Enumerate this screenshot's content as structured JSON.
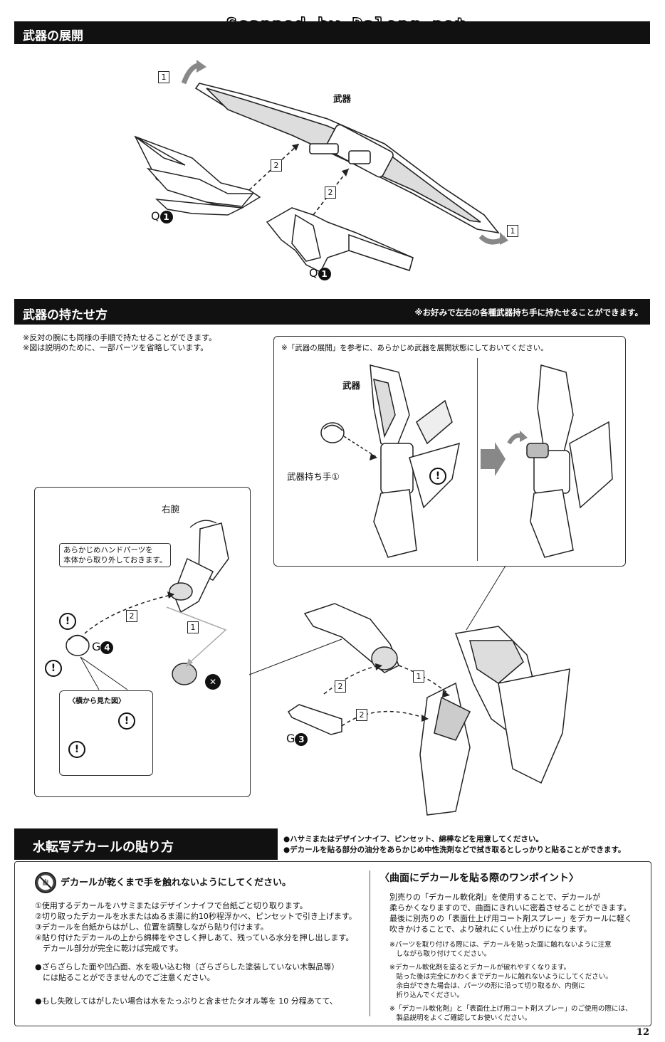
{
  "watermark": "Scanned by Dalong.net",
  "page_number": "12",
  "section1": {
    "title": "武器の展開",
    "weapon_label": "武器",
    "parts": [
      {
        "id": "Q",
        "num": "1"
      },
      {
        "id": "Q",
        "num": "1"
      }
    ],
    "steps": [
      "1",
      "2",
      "2",
      "1"
    ]
  },
  "section2": {
    "title": "武器の持たせ方",
    "header_note": "※お好みで左右の各種武器持ち手に持たせることができます。",
    "notes": [
      "※反対の腕にも同様の手順で持たせることができます。",
      "※図は説明のために、一部パーツを省略しています。"
    ],
    "inset_note": "※「武器の展開」を参考に、あらかじめ武器を展開状態にしておいてください。",
    "inset_weapon_label": "武器",
    "inset_hand_label": "武器持ち手①",
    "right_arm_label": "右腕",
    "callout": [
      "あらかじめハンドパーツを",
      "本体から取り外しておきます。"
    ],
    "side_view_title": "〈横から見た図〉",
    "part_g4": {
      "id": "G",
      "num": "4"
    },
    "part_g3": {
      "id": "G",
      "num": "3"
    },
    "warn_glyph": "!",
    "cross_glyph": "✕",
    "steps_left": [
      "2",
      "1"
    ],
    "steps_right": [
      "2",
      "1",
      "2"
    ]
  },
  "section3": {
    "title": "水転写デカールの貼り方",
    "header_bullets": [
      "●ハサミまたはデザインナイフ、ピンセット、綿棒などを用意してください。",
      "●デカールを貼る部分の油分をあらかじめ中性洗剤などで拭き取るとしっかりと貼ることができます。"
    ],
    "warning": "デカールが乾くまで手を触れないようにしてください。",
    "steps": [
      "①使用するデカールをハサミまたはデザインナイフで台紙ごと切り取ります。",
      "②切り取ったデカールを水またはぬるま湯に約10秒程浮かべ、ピンセットで引き上げます。",
      "③デカールを台紙からはがし、位置を調整しながら貼り付けます。",
      "④貼り付けたデカールの上から綿棒をやさしく押しあて、残っている水分を押し出します。",
      "　デカール部分が完全に乾けば完成です。"
    ],
    "bullet1": [
      "●ざらざらした面や凹凸面、水を吸い込む物（ざらざらした塗装していない木製品等）",
      "　には貼ることができませんのでご注意ください。"
    ],
    "bullet2": "●もし失敗してはがしたい場合は水をたっぷりと含ませたタオル等を 10 分程あてて、",
    "right_title": "〈曲面にデカールを貼る際のワンポイント〉",
    "right_para": [
      "別売りの「デカール軟化剤」を使用することで、デカールが",
      "柔らかくなりますので、曲面にきれいに密着させることができます。",
      "最後に別売りの「表面仕上げ用コート剤スプレー」をデカールに軽く",
      "吹きかけることで、より破れにくい仕上がりになります。"
    ],
    "right_note1": [
      "※パーツを取り付ける際には、デカールを貼った面に触れないように注意",
      "　しながら取り付けてください。"
    ],
    "right_note2": [
      "※デカール軟化剤を塗るとデカールが破れやすくなります。",
      "　貼った後は完全にかわくまでデカールに触れないようにしてください。",
      "　余白ができた場合は、パーツの形に沿って切り取るか、内側に",
      "　折り込んでください。"
    ],
    "right_note3": [
      "※「デカール軟化剤」と「表面仕上げ用コート剤スプレー」のご使用の際には、",
      "　製品説明をよくご確認してお使いください。"
    ]
  }
}
